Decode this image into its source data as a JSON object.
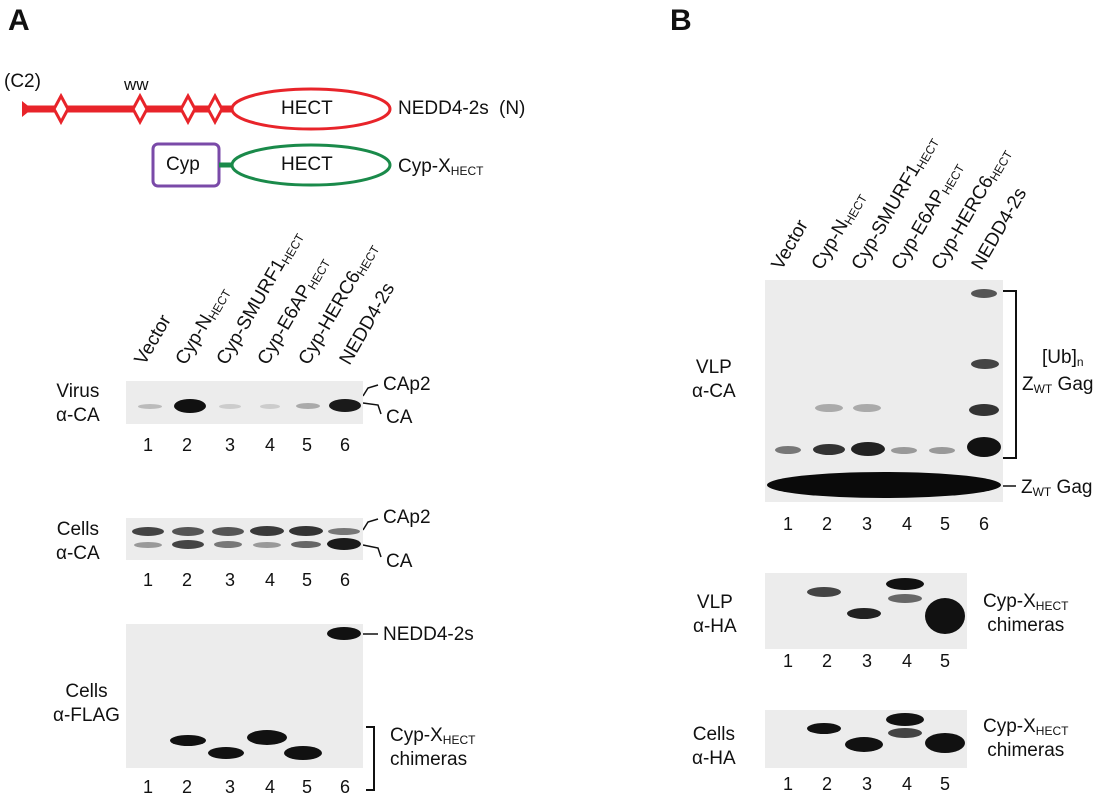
{
  "panel_a": {
    "label": "A",
    "domain": {
      "c2_label": "(C2)",
      "ww_label": "ww",
      "hect_label": "HECT",
      "nedd4_name": "NEDD4-2s",
      "nedd4_abbrev": "(N)",
      "cyp_label": "Cyp",
      "hect2_label": "HECT",
      "chimera_base": "Cyp-X",
      "chimera_sub": "HECT"
    },
    "columns": [
      {
        "text": "Vector",
        "sub": ""
      },
      {
        "text": "Cyp-N",
        "sub": "HECT"
      },
      {
        "text": "Cyp-SMURF1",
        "sub": "HECT"
      },
      {
        "text": "Cyp-E6AP",
        "sub": "HECT"
      },
      {
        "text": "Cyp-HERC6",
        "sub": "HECT"
      },
      {
        "text": "NEDD4-2s",
        "sub": ""
      }
    ],
    "blot1": {
      "line1": "Virus",
      "line2": "α-CA",
      "upper": "CAp2",
      "lower": "CA",
      "lanes": [
        "1",
        "2",
        "3",
        "4",
        "5",
        "6"
      ]
    },
    "blot2": {
      "line1": "Cells",
      "line2": "α-CA",
      "upper": "CAp2",
      "lower": "CA",
      "lanes": [
        "1",
        "2",
        "3",
        "4",
        "5",
        "6"
      ]
    },
    "blot3": {
      "line1": "Cells",
      "line2": "α-FLAG",
      "top": "NEDD4-2s",
      "chim_base": "Cyp-X",
      "chim_sub": "HECT",
      "chim_line2": "chimeras",
      "lanes": [
        "1",
        "2",
        "3",
        "4",
        "5",
        "6"
      ]
    }
  },
  "panel_b": {
    "label": "B",
    "columns": [
      {
        "text": "Vector",
        "sub": ""
      },
      {
        "text": "Cyp-N",
        "sub": "HECT"
      },
      {
        "text": "Cyp-SMURF1",
        "sub": "HECT"
      },
      {
        "text": "Cyp-E6AP",
        "sub": "HECT"
      },
      {
        "text": "Cyp-HERC6",
        "sub": "HECT"
      },
      {
        "text": "NEDD4-2s",
        "sub": ""
      }
    ],
    "blot1": {
      "line1": "VLP",
      "line2": "α-CA",
      "ub_text": "[Ub]",
      "ub_sub": "n",
      "z_base": "Z",
      "z_sub": "WT",
      "gag": "Gag",
      "lanes": [
        "1",
        "2",
        "3",
        "4",
        "5",
        "6"
      ]
    },
    "blot2": {
      "line1": "VLP",
      "line2": "α-HA",
      "chim_base": "Cyp-X",
      "chim_sub": "HECT",
      "chim_line2": "chimeras",
      "lanes": [
        "1",
        "2",
        "3",
        "4",
        "5"
      ]
    },
    "blot3": {
      "line1": "Cells",
      "line2": "α-HA",
      "chim_base": "Cyp-X",
      "chim_sub": "HECT",
      "chim_line2": "chimeras",
      "lanes": [
        "1",
        "2",
        "3",
        "4",
        "5"
      ]
    }
  },
  "colors": {
    "nedd4": "#e8242a",
    "hect_green": "#1a8a4a",
    "cyp_purple": "#7a4aa8",
    "band": "#111111"
  }
}
